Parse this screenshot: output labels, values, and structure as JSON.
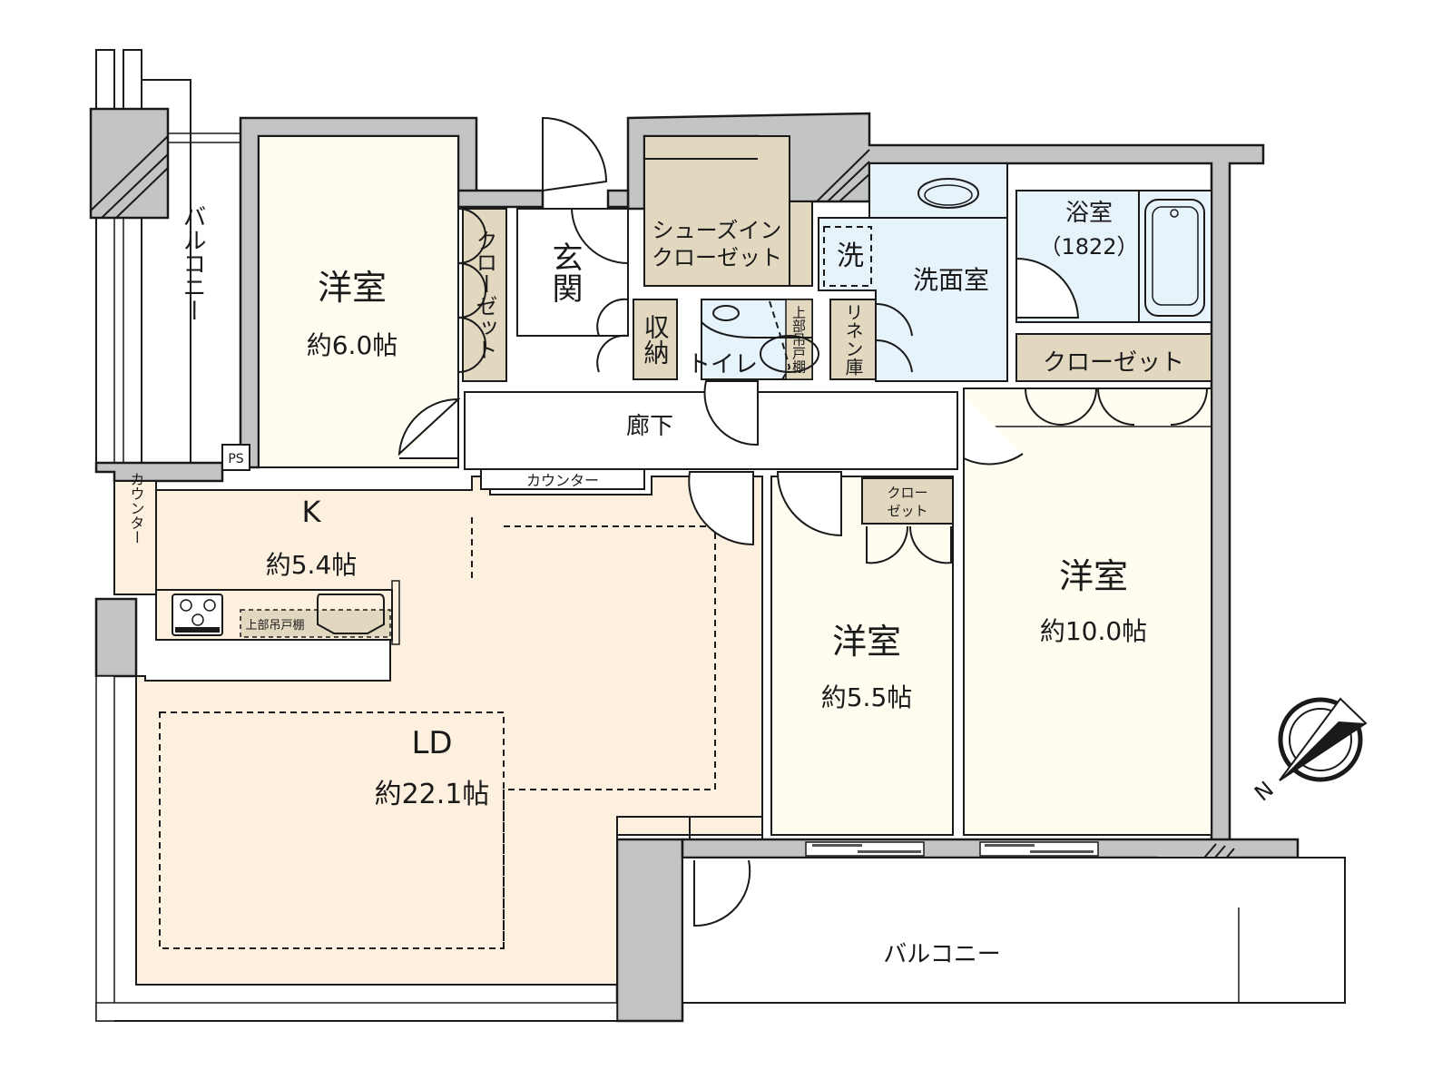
{
  "floor_plan": {
    "colors": {
      "wall": "#c3c4c4",
      "western_room": "#fffdf0",
      "ldk": "#fdf0df",
      "storage": "#e2d8bf",
      "wet_area": "#e6f3fb",
      "outline": "#1a1a1a",
      "outdoor": "#ffffff"
    },
    "rooms": {
      "bedroom1": {
        "name": "洋室",
        "area": "約6.0帖"
      },
      "bedroom2": {
        "name": "洋室",
        "area": "約5.5帖"
      },
      "bedroom3": {
        "name": "洋室",
        "area": "約10.0帖"
      },
      "kitchen": {
        "name": "K",
        "area": "約5.4帖"
      },
      "living_dining": {
        "name": "LD",
        "area": "約22.1帖"
      },
      "entrance": {
        "name": "玄関"
      },
      "hallway": {
        "name": "廊下"
      },
      "washroom": {
        "name": "洗面室"
      },
      "washer": {
        "name": "洗"
      },
      "bathroom": {
        "name": "浴室",
        "size": "（1822）"
      },
      "toilet": {
        "name": "トイレ"
      },
      "upper_shelf_toilet": {
        "name": "上部吊戸棚"
      },
      "shoes_closet": {
        "line1": "シューズイン",
        "line2": "クローゼット"
      },
      "closet_bed1": {
        "name": "クローゼット"
      },
      "storage_small": {
        "name": "収納"
      },
      "linen": {
        "name": "リネン庫"
      },
      "closet_bath": {
        "name": "クローゼット"
      },
      "closet_bed2": {
        "line1": "クロー",
        "line2": "ゼット"
      },
      "counter_hall": {
        "name": "カウンター"
      },
      "counter_kitchen": {
        "name": "カウンター"
      },
      "kitchen_upper_cabinet": {
        "name": "上部吊戸棚"
      },
      "pipe_space": {
        "name": "PS"
      },
      "balcony_west": {
        "name": "バルコニー"
      },
      "balcony_south": {
        "name": "バルコニー"
      }
    },
    "compass": {
      "label": "N"
    }
  }
}
